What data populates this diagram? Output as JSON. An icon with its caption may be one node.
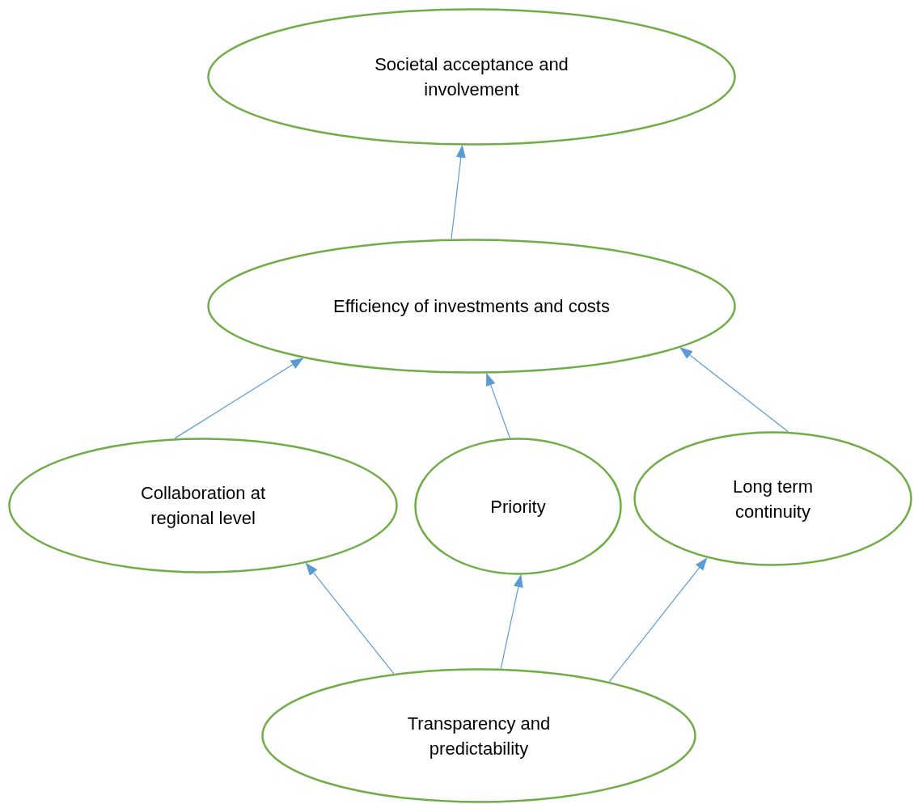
{
  "diagram": {
    "nodes": [
      {
        "text": [
          "Societal acceptance and involvement"
        ]
      },
      {
        "text": [
          "Efficiency of investments and costs"
        ]
      },
      {
        "text": [
          "Collaboration at regional level"
        ]
      },
      {
        "text": [
          "Priority"
        ]
      },
      {
        "text": [
          "Long term continuity"
        ]
      },
      {
        "text": [
          "Transparency and predictability"
        ]
      }
    ],
    "edges": [
      {
        "from": 1,
        "to": 0,
        "arrow": "to"
      },
      {
        "from": 2,
        "to": 1,
        "arrow": "to"
      },
      {
        "from": 3,
        "to": 1,
        "arrow": "to"
      },
      {
        "from": 4,
        "to": 1,
        "arrow": "to"
      },
      {
        "from": 5,
        "to": 2,
        "arrow": "to"
      },
      {
        "from": 5,
        "to": 3,
        "arrow": "to"
      },
      {
        "from": 5,
        "to": 4,
        "arrow": "to"
      }
    ]
  }
}
